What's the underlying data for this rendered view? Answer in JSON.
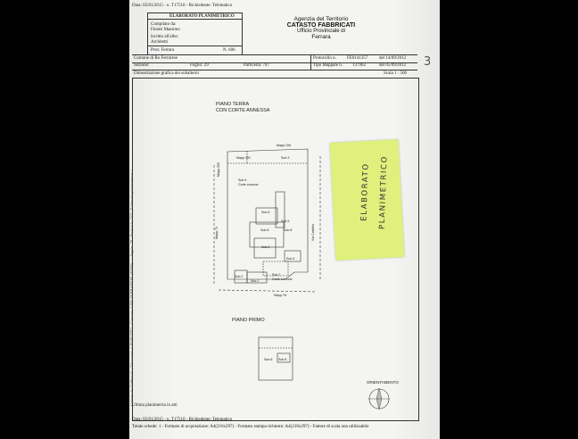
{
  "header": {
    "topline": "Data: 05/01/2015 - n. T17510 - Richiedente: Telematico",
    "box_title": "ELABORATO PLANIMETRICO",
    "compilato_label": "Compilato da:",
    "compilato_name": "Finotti Massimo",
    "iscritto_label": "Iscritto all'albo:",
    "iscritto_value": "Architetti",
    "prov_label": "Prov. Ferrara",
    "prov_number": "N. 606"
  },
  "agency": {
    "line1": "Agenzia del Territorio",
    "line2": "CATASTO FABBRICATI",
    "line3": "Ufficio Provinciale di",
    "line4": "Ferrara"
  },
  "protocol": {
    "protocollo_label": "Protocollo n.",
    "protocollo_value": "FE0141357",
    "protocollo_date": "del 14/09/2012",
    "tipo_label": "Tipo Mappale n.",
    "tipo_value": "137962",
    "tipo_date": "del 05/09/2012"
  },
  "location": {
    "comune": "Comune di Ro Ferrarese",
    "sezione": "Sezione:",
    "foglio": "Foglio: 29",
    "particella": "Particella: 747"
  },
  "subtitle": {
    "label": "Dimostrazione grafica dei subalterni",
    "scale": "Scala 1 : 500"
  },
  "page_number": "3",
  "ground_floor": {
    "title_line1": "PIANO TERRA",
    "title_line2": "CON CORTE ANNESSA",
    "mapp_top": "Mapp.106",
    "mapp_331": "Mapp.331",
    "mapp_353": "Mapp.353",
    "mapp_73": "Mapp.73",
    "mapp_76": "Mapp.76",
    "via": "Via Castello",
    "rooms": {
      "sub3_top": "Sub.3",
      "sub9": "Sub.9",
      "corte_comune_1": "Corte comune",
      "sub5a": "Sub.5",
      "sub5b": "Sub.5",
      "sub6": "Sub.6",
      "sub8": "Sub.8",
      "sub4": "Sub.4",
      "sub3_low": "Sub.3",
      "sub1": "Sub.1",
      "sub2": "Sub.2",
      "sub7": "Sub.7",
      "corte_comune_2": "Corte comune"
    }
  },
  "first_floor": {
    "title": "PIANO PRIMO",
    "room_sub6": "Sub.6",
    "room_sub8": "Sub.8"
  },
  "orientation": {
    "label": "ORIENTAMENTO"
  },
  "sticky_note": {
    "line1": "ELABORATO",
    "line2": "PLANIMETRICO"
  },
  "footer": {
    "last_plan": "Ultima planimetria in atti",
    "line1": "Data: 05/01/2015 - n. T17510 - Richiedente: Telematico",
    "line2": "Totale schede: 1 - Formato di acquisizione: A4(210x297) - Formato stampa richiesto: A4(210x297) - Fattore di scala non utilizzabile"
  },
  "margin_text": "Catasto dei Fabbricati - Situazione al 05/01/2015 - Comune di RO FERRARESE (H360) - < Foglio: 29 - Particella: 747 - Elaborato planimetrico >"
}
